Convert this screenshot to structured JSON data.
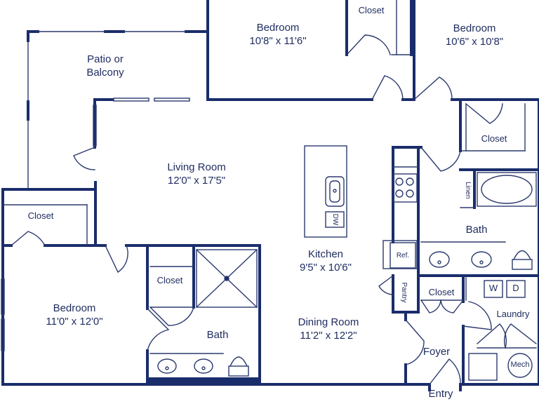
{
  "colors": {
    "wall": "#1a2d6b",
    "thin": "#2b3a6e",
    "text": "#1e2b5f"
  },
  "rooms": {
    "bedroom_top_left": {
      "name": "Bedroom",
      "size": "10'8\" x 11'6\""
    },
    "bedroom_top_right": {
      "name": "Bedroom",
      "size": "10'6\" x 10'8\""
    },
    "bedroom_left": {
      "name": "Bedroom",
      "size": "11'0\" x 12'0\""
    },
    "living": {
      "name": "Living Room",
      "size": "12'0\" x 17'5\""
    },
    "kitchen": {
      "name": "Kitchen",
      "size": "9'5\" x 10'6\""
    },
    "dining": {
      "name": "Dining Room",
      "size": "11'2\" x 12'2\""
    },
    "patio": {
      "line1": "Patio or",
      "line2": "Balcony"
    },
    "bath_right": {
      "name": "Bath"
    },
    "bath_left": {
      "name": "Bath"
    },
    "laundry": {
      "name": "Laundry"
    },
    "foyer": {
      "name": "Foyer"
    },
    "entry": {
      "name": "Entry"
    }
  },
  "closets": {
    "top": "Closet",
    "right": "Closet",
    "left": "Closet",
    "bath": "Closet",
    "foyer": "Closet"
  },
  "fixtures": {
    "linen": "Linen",
    "pantry": "Pantry",
    "ref": "Ref.",
    "dw": "DW",
    "washer": "W",
    "dryer": "D",
    "mech": "Mech"
  }
}
